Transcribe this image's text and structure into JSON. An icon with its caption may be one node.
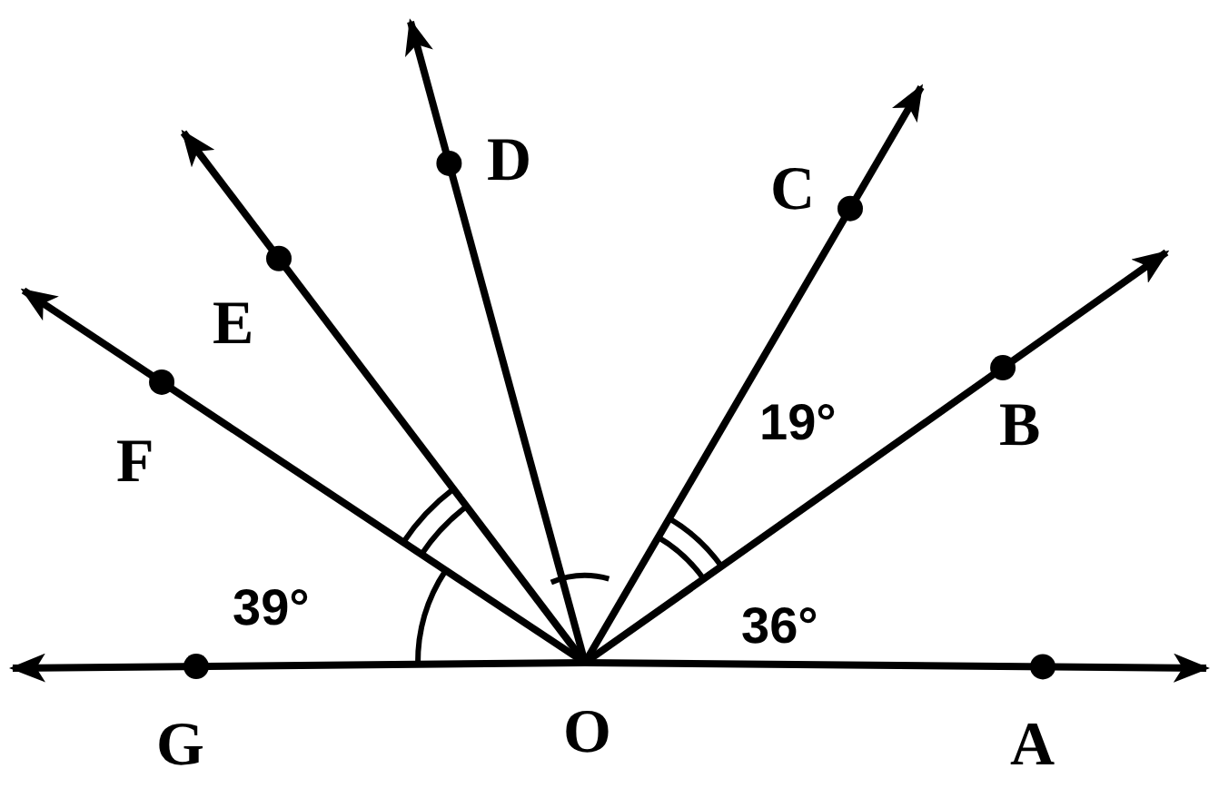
{
  "diagram": {
    "nodes": [
      {
        "text": [
          "D"
        ]
      },
      {
        "text": [
          "C"
        ]
      },
      {
        "text": [
          "E"
        ]
      },
      {
        "text": [
          "B"
        ]
      },
      {
        "text": [
          "F"
        ]
      },
      {
        "text": [
          "G"
        ]
      },
      {
        "text": [
          "O"
        ]
      },
      {
        "text": [
          "A"
        ]
      }
    ],
    "edges": [
      {
        "from": 6,
        "to": null,
        "arrow": "to"
      },
      {
        "from": 6,
        "to": null,
        "arrow": "to"
      },
      {
        "from": 6,
        "to": null,
        "arrow": "to"
      },
      {
        "from": 6,
        "to": null,
        "arrow": "to"
      },
      {
        "from": 6,
        "to": null,
        "arrow": "to"
      },
      {
        "from": 6,
        "to": null,
        "arrow": "to"
      },
      {
        "from": 6,
        "to": null,
        "arrow": "to"
      }
    ],
    "labels": [
      "19°",
      "39°",
      "36°"
    ]
  }
}
